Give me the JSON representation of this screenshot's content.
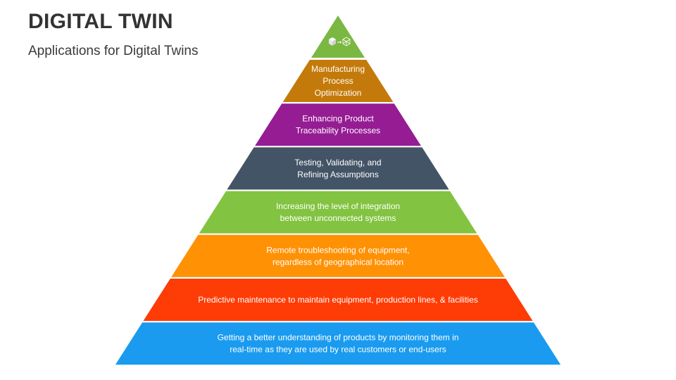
{
  "header": {
    "title": "DIGITAL TWIN",
    "subtitle": "Applications for Digital Twins"
  },
  "top_icon": "cube-to-wireframe-cube-icon",
  "levels": [
    {
      "lines": [
        "Manufacturing",
        "Process",
        "Optimization"
      ],
      "color": "#C47A0A"
    },
    {
      "lines": [
        "Enhancing Product",
        "Traceability Processes"
      ],
      "color": "#951C93"
    },
    {
      "lines": [
        "Testing, Validating, and",
        "Refining Assumptions"
      ],
      "color": "#435466"
    },
    {
      "lines": [
        "Increasing the level of integration",
        "between unconnected systems"
      ],
      "color": "#82C341"
    },
    {
      "lines": [
        "Remote troubleshooting of equipment,",
        "regardless of geographical location"
      ],
      "color": "#FF9105"
    },
    {
      "lines": [
        "Predictive maintenance to maintain equipment, production lines, & facilities"
      ],
      "color": "#FE3C06"
    },
    {
      "lines": [
        "Getting a better understanding of products by monitoring them in",
        "real-time as they are used by real customers or end-users"
      ],
      "color": "#1A9BEF"
    }
  ],
  "apex_color": "#7AB842"
}
